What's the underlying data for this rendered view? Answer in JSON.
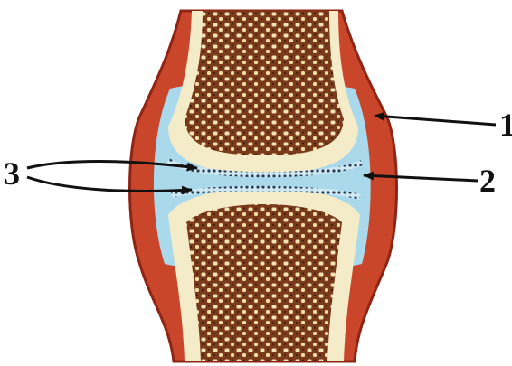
{
  "labels": {
    "one": "1",
    "two": "2",
    "three": "3"
  },
  "colors": {
    "capsule": "#c9462a",
    "capsule_dark": "#8f2414",
    "cartilage": "#f4ecc8",
    "spongy_bone": "#7a3a1c",
    "pore": "#f3e2b4",
    "synovial_fluid": "#a9d9ea",
    "label": "#111111"
  }
}
